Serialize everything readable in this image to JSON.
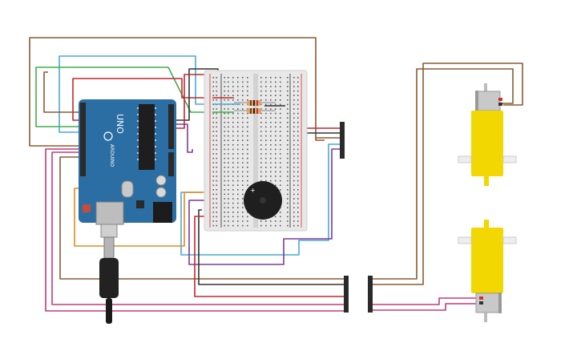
{
  "canvas": {
    "background": "#ffffff"
  },
  "arduino": {
    "board_color": "#2b6ea3",
    "model_label": "UNO",
    "brand_label": "ARDUINO"
  },
  "breadboard": {
    "body_color": "#e8e8e8",
    "rail_plus_color": "#d23030",
    "rail_minus_color": "#2a2a2a"
  },
  "buzzer": {
    "polarity_label": "+"
  },
  "motors": {
    "gear_color": "#f2d800",
    "shaft_color": "#c9c9c9"
  },
  "wire_colors": {
    "brown": "#8b5a33",
    "red": "#c0282f",
    "blue": "#49a9d0",
    "green": "#3fae49",
    "orange": "#e08a1e",
    "purple": "#7a3b9b",
    "magenta": "#c23a7a",
    "black": "#333333"
  },
  "icons": [
    "arduino-uno-board",
    "breadboard",
    "piezo-buzzer",
    "resistor",
    "dc-barrel-jack",
    "gear-motor",
    "header-connector"
  ]
}
